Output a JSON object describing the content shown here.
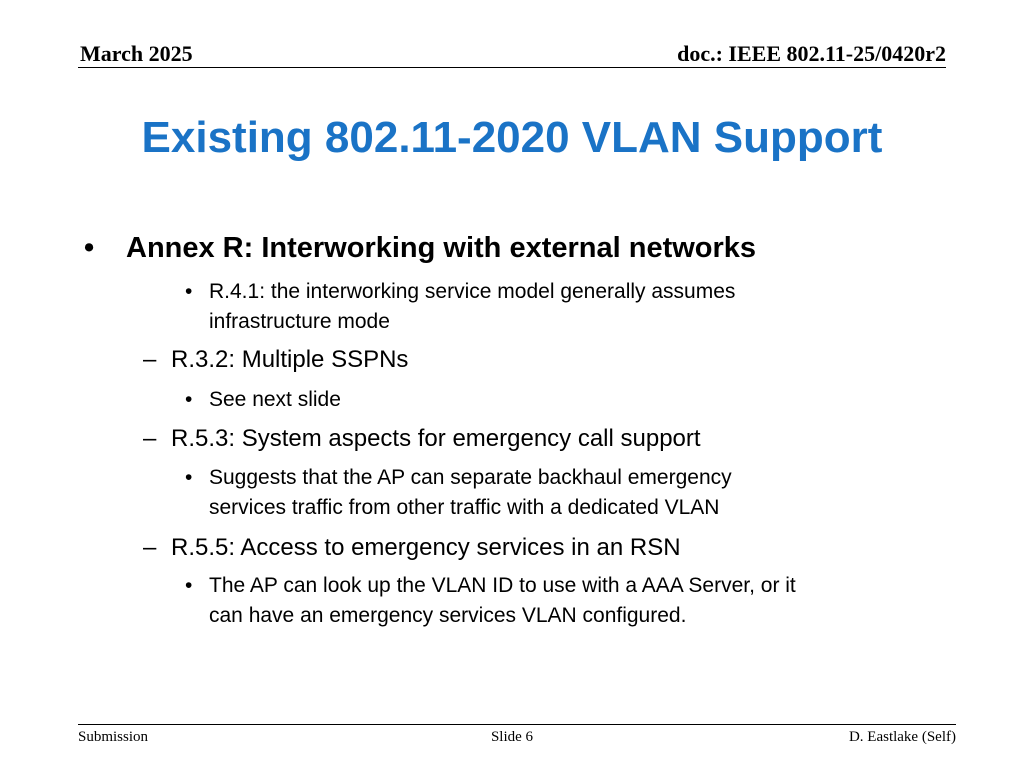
{
  "header": {
    "date": "March 2025",
    "doc": "doc.: IEEE 802.11-25/0420r2"
  },
  "title": "Existing 802.11-2020 VLAN Support",
  "bullets": {
    "glyph_l1": "•",
    "glyph_l2": "–",
    "glyph_l3": "•",
    "annex_r": "Annex R: Interworking with external networks",
    "r41_line1": "R.4.1: the interworking service model generally assumes",
    "r41_line2": "infrastructure mode",
    "r32": "R.3.2: Multiple SSPNs",
    "r32_sub": "See next slide",
    "r53": "R.5.3: System aspects for emergency call support",
    "r53_sub_line1": "Suggests that the AP can separate backhaul emergency",
    "r53_sub_line2": "services traffic from other traffic with a dedicated VLAN",
    "r55": "R.5.5: Access to emergency services in an RSN",
    "r55_sub_line1": "The AP can look up the VLAN ID to use with a AAA Server, or it",
    "r55_sub_line2": "can have an emergency services VLAN configured."
  },
  "footer": {
    "left": "Submission",
    "center": "Slide 6",
    "right": "D. Eastlake (Self)"
  },
  "colors": {
    "title": "#1a73c6",
    "text": "#000000",
    "background": "#ffffff"
  }
}
